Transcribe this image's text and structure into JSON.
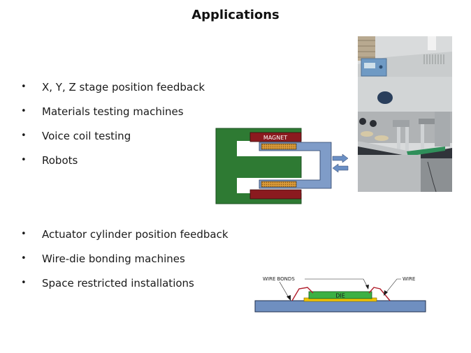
{
  "slide": {
    "title": "Applications"
  },
  "bullets_group1": [
    {
      "bullet": "•",
      "text": "X, Y, Z stage position feedback"
    },
    {
      "bullet": "•",
      "text": "Materials testing machines"
    },
    {
      "bullet": "•",
      "text": "Voice coil testing"
    },
    {
      "bullet": "•",
      "text": "Robots"
    }
  ],
  "bullets_group2": [
    {
      "bullet": "•",
      "text": "Actuator cylinder position feedback"
    },
    {
      "bullet": "•",
      "text": "Wire-die bonding machines"
    },
    {
      "bullet": "•",
      "text": "Space restricted installations"
    }
  ],
  "voice_coil_diagram": {
    "magnet_label": "MAGNET",
    "colors": {
      "frame": "#2e7a33",
      "magnet": "#8b1a1f",
      "coil_former": "#7f9cc8",
      "winding": "#d99a3a",
      "arrow": "#6a8fc4"
    }
  },
  "wire_bond_diagram": {
    "wire_bonds_label": "WIRE BONDS",
    "wire_label": "WIRE",
    "die_label": "DIE",
    "colors": {
      "substrate": "#6f8fc0",
      "die": "#3cb043",
      "pad": "#f2c500",
      "wire": "#b01c2a"
    }
  },
  "machine_photo": {
    "alt": "Industrial testing machine with stainless steel housing and blue control panel"
  }
}
